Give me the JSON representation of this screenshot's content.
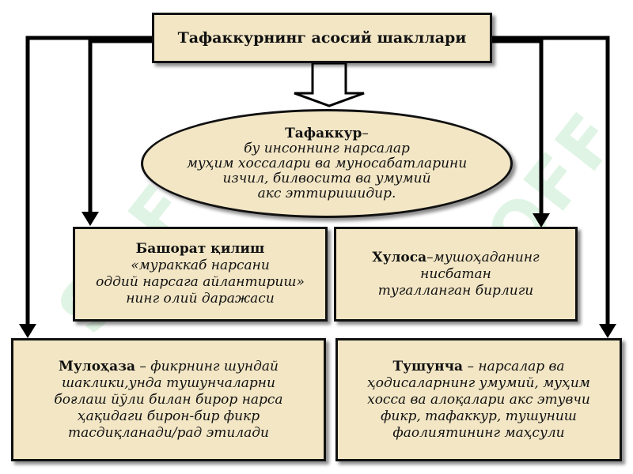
{
  "title": "Тафаккурнинг асосий шакллари",
  "definition": {
    "term": "Тафаккур",
    "dash": "–",
    "lines": [
      "бу инсоннинг нарсалар",
      "муҳим хоссалари ва муносабатларини",
      "изчил, билвосита ва умумий",
      "акс эттиришидир."
    ]
  },
  "boxes": {
    "bashorat": {
      "term": "Башорат қилиш",
      "lines": [
        "«мураккаб нарсани",
        "оддий нарсага айлантириш»",
        "нинг олий даражаси"
      ]
    },
    "xulosa": {
      "term": "Хулоса",
      "rest": "–мушоҳаданинг",
      "lines": [
        "нисбатан",
        "тугалланган бирлиги"
      ]
    },
    "muloxaza": {
      "term": "Мулоҳаза",
      "rest": " – фикрнинг шундай",
      "lines": [
        "шаклики,унда тушунчаларни",
        "боғлаш йўли билан бирор нарса",
        "ҳақидаги бирон-бир фикр",
        "тасдиқланади/рад этилади"
      ]
    },
    "tushuncha": {
      "term": "Тушунча",
      "rest": " – нарсалар ва",
      "lines": [
        "ҳодисаларнинг умумий, муҳим",
        "хосса ва алоқалари акс этувчи",
        "фикр, тафаккур, тушуниш",
        "фаолиятининг маҳсули"
      ]
    }
  },
  "watermark": "SOFF",
  "colors": {
    "box_fill": "#f2e6c5",
    "outline": "#111111",
    "watermark": "#c8ecd0"
  }
}
